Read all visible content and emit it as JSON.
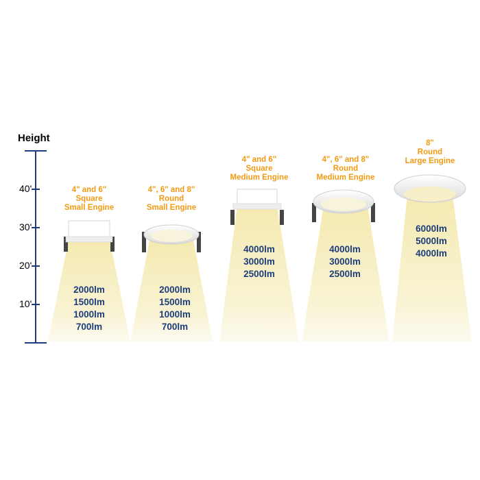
{
  "axis": {
    "title": "Height",
    "ticks": [
      {
        "label": "40'",
        "value": 40
      },
      {
        "label": "30'",
        "value": 30
      },
      {
        "label": "20'",
        "value": 20
      },
      {
        "label": "10'",
        "value": 10
      }
    ],
    "color": "#1c3d7a"
  },
  "fixtures": [
    {
      "title_lines": [
        "4\" and 6\"",
        "Square",
        "Small Engine"
      ],
      "shape": "square",
      "lumens": [
        "2000lm",
        "1500lm",
        "1000lm",
        "700lm"
      ]
    },
    {
      "title_lines": [
        "4\", 6\" and 8\"",
        "Round",
        "Small Engine"
      ],
      "shape": "round",
      "lumens": [
        "2000lm",
        "1500lm",
        "1000lm",
        "700lm"
      ]
    },
    {
      "title_lines": [
        "4\" and 6\"",
        "Square",
        "Medium Engine"
      ],
      "shape": "square",
      "lumens": [
        "4000lm",
        "3000lm",
        "2500lm"
      ]
    },
    {
      "title_lines": [
        "4\", 6\" and 8\"",
        "Round",
        "Medium Engine"
      ],
      "shape": "round",
      "lumens": [
        "4000lm",
        "3000lm",
        "2500lm"
      ]
    },
    {
      "title_lines": [
        "8\"",
        "Round",
        "Large Engine"
      ],
      "shape": "large-round",
      "lumens": [
        "6000lm",
        "5000lm",
        "4000lm"
      ]
    }
  ],
  "colors": {
    "title": "#f39a12",
    "lumens": "#1c3d7a",
    "beam": "#f7f0c4"
  }
}
